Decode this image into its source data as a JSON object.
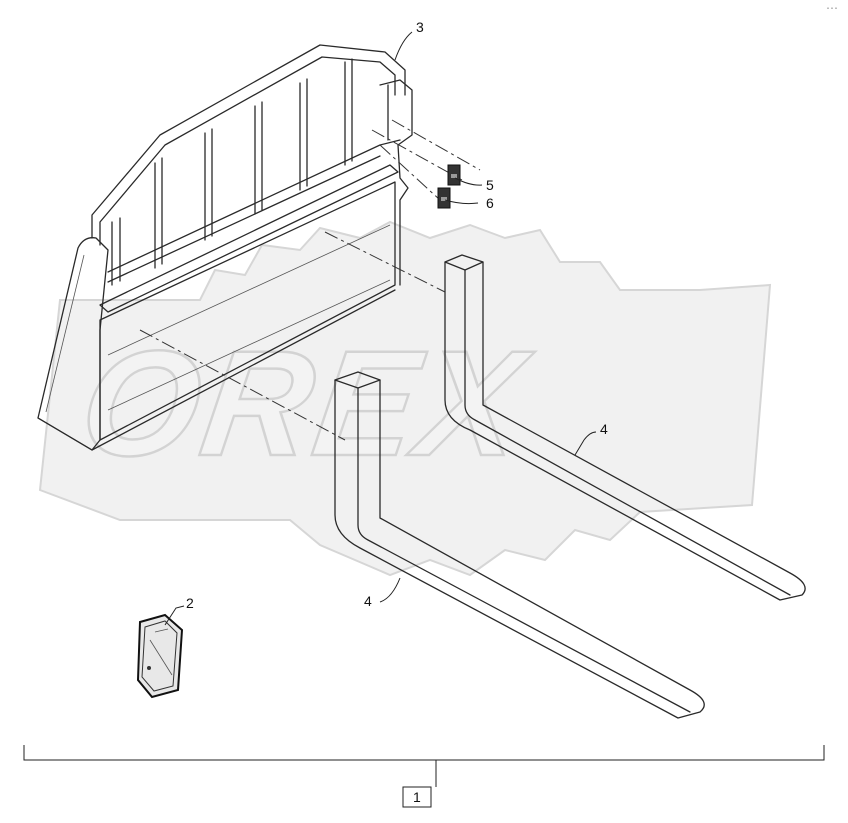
{
  "watermark": {
    "text": "OREX"
  },
  "callouts": {
    "c1": "1",
    "c2": "2",
    "c3": "3",
    "c4a": "4",
    "c4b": "4",
    "c5": "5",
    "c6": "6"
  },
  "corner_mark": "⋯"
}
